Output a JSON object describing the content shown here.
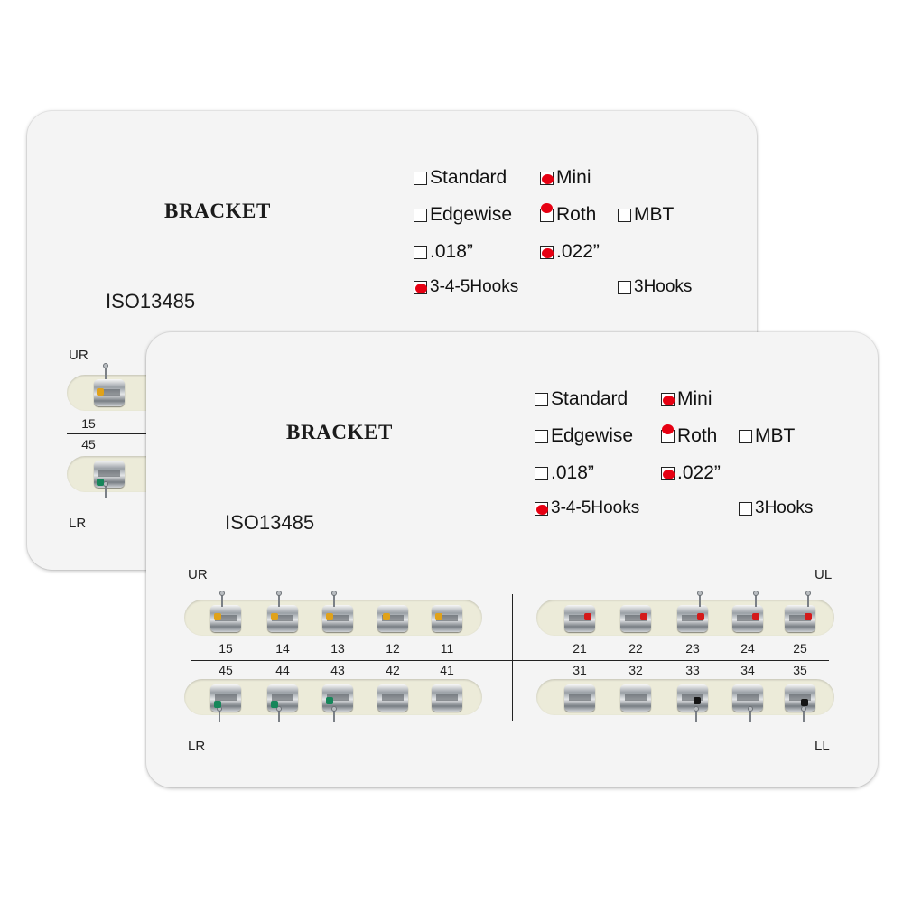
{
  "brand": "BRACKET",
  "certification": "ISO13485",
  "options": [
    {
      "label": "Standard",
      "checked": false
    },
    {
      "label": "Mini",
      "checked": true
    },
    {
      "label": "Edgewise",
      "checked": false
    },
    {
      "label": "Roth",
      "checked": true
    },
    {
      "label": "MBT",
      "checked": false
    },
    {
      "label": ".018”",
      "checked": false
    },
    {
      "label": ".022”",
      "checked": true
    },
    {
      "label": "3-4-5Hooks",
      "checked": true
    },
    {
      "label": "3Hooks",
      "checked": false
    }
  ],
  "quadrants": {
    "upper_right": "UR",
    "upper_left": "UL",
    "lower_right": "LR",
    "lower_left": "LL"
  },
  "teeth": {
    "upper_right": [
      "15",
      "14",
      "13",
      "12",
      "11"
    ],
    "upper_left": [
      "21",
      "22",
      "23",
      "24",
      "25"
    ],
    "lower_right": [
      "45",
      "44",
      "43",
      "42",
      "41"
    ],
    "lower_left": [
      "31",
      "32",
      "33",
      "34",
      "35"
    ]
  },
  "marker_colors": {
    "check": "#e60012",
    "upper_right": "#e0a21a",
    "upper_left": "#d41a1a",
    "lower_right": "#16865a",
    "lower_left": "#151515"
  }
}
